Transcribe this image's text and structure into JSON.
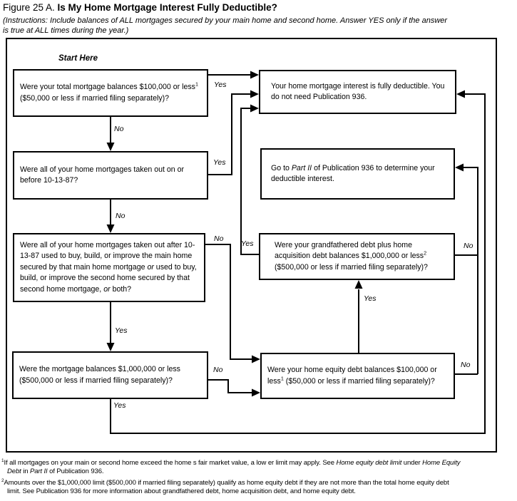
{
  "figure": {
    "title_prefix": "Figure 25 A. ",
    "title_main": "Is My Home Mortgage Interest Fully Deductible?",
    "instructions_line1": "(Instructions: Include balances of ALL mortgages secured by your main home and second home. Answer YES only if the answer",
    "instructions_line2": "is true at ALL times during the year.)",
    "start_here": "Start Here"
  },
  "boxes": {
    "q_total_balances": [
      {
        "t": "Were your total mortgage balances $100,000 or less"
      },
      {
        "t": "1",
        "s": "sup"
      },
      {
        "t": " ($50,000 or less if married filing separately)?"
      }
    ],
    "result_deductible": [
      {
        "t": "Your home mortgage interest is fully deductible. You do not need Publication 936."
      }
    ],
    "q_before_101387": [
      {
        "t": "Were all of your home mortgages taken out on or before 10-13-87?"
      }
    ],
    "result_part2": [
      {
        "t": "Go to "
      },
      {
        "t": "Part II",
        "s": "i"
      },
      {
        "t": " of Publication 936 to determine your deductible interest."
      }
    ],
    "q_after_101387": [
      {
        "t": "Were all of your home mortgages taken out after 10-13-87 used to buy, build, or improve the main home secured by that main home mortgage "
      },
      {
        "t": "or",
        "s": "i"
      },
      {
        "t": " used to buy, build, or improve the second home secured by that second home mortgage, "
      },
      {
        "t": "or",
        "s": "i"
      },
      {
        "t": " both?"
      }
    ],
    "q_grandfathered": [
      {
        "t": "Were your grandfathered debt plus home acquisition debt balances $1,000,000 or less"
      },
      {
        "t": "2",
        "s": "sup"
      },
      {
        "t": " ($500,000 or less if married filing separately)?"
      }
    ],
    "q_million_balances": [
      {
        "t": "Were the mortgage balances $1,000,000 or less ($500,000 or less if married filing separately)?"
      }
    ],
    "q_home_equity": [
      {
        "t": "Were your home equity debt balances $100,000 or less"
      },
      {
        "t": "1",
        "s": "sup"
      },
      {
        "t": " ($50,000 or less if married filing separately)?"
      }
    ]
  },
  "labels": {
    "yes1": "Yes",
    "no1": "No",
    "yes2": "Yes",
    "no2": "No",
    "no3": "No",
    "yes3": "Yes",
    "yes4": "Yes",
    "no4": "No",
    "no5": "No",
    "yes5": "Yes",
    "yes6": "Yes",
    "no6": "No"
  },
  "footnotes": {
    "f1_line1": [
      {
        "t": "1",
        "s": "sup"
      },
      {
        "t": "If all mortgages on your main or second home exceed the home s fair market value, a low er limit may apply. See "
      },
      {
        "t": "Home equity debt limit",
        "s": "i"
      },
      {
        "t": " under "
      },
      {
        "t": "Home Equity",
        "s": "i"
      }
    ],
    "f1_line2": [
      {
        "t": "Debt",
        "s": "i"
      },
      {
        "t": " in "
      },
      {
        "t": "Part II",
        "s": "i"
      },
      {
        "t": " of Publication 936."
      }
    ],
    "f2_line1": [
      {
        "t": "2",
        "s": "sup"
      },
      {
        "t": "Amounts over the $1,000,000 limit ($500,000 if married filing separately) qualify as home equity debt if they are not more than the total home equity debt"
      }
    ],
    "f2_line2": [
      {
        "t": "limit. See Publication 936 for more information about grandfathered debt, home acquisition debt, and home equity debt."
      }
    ]
  }
}
